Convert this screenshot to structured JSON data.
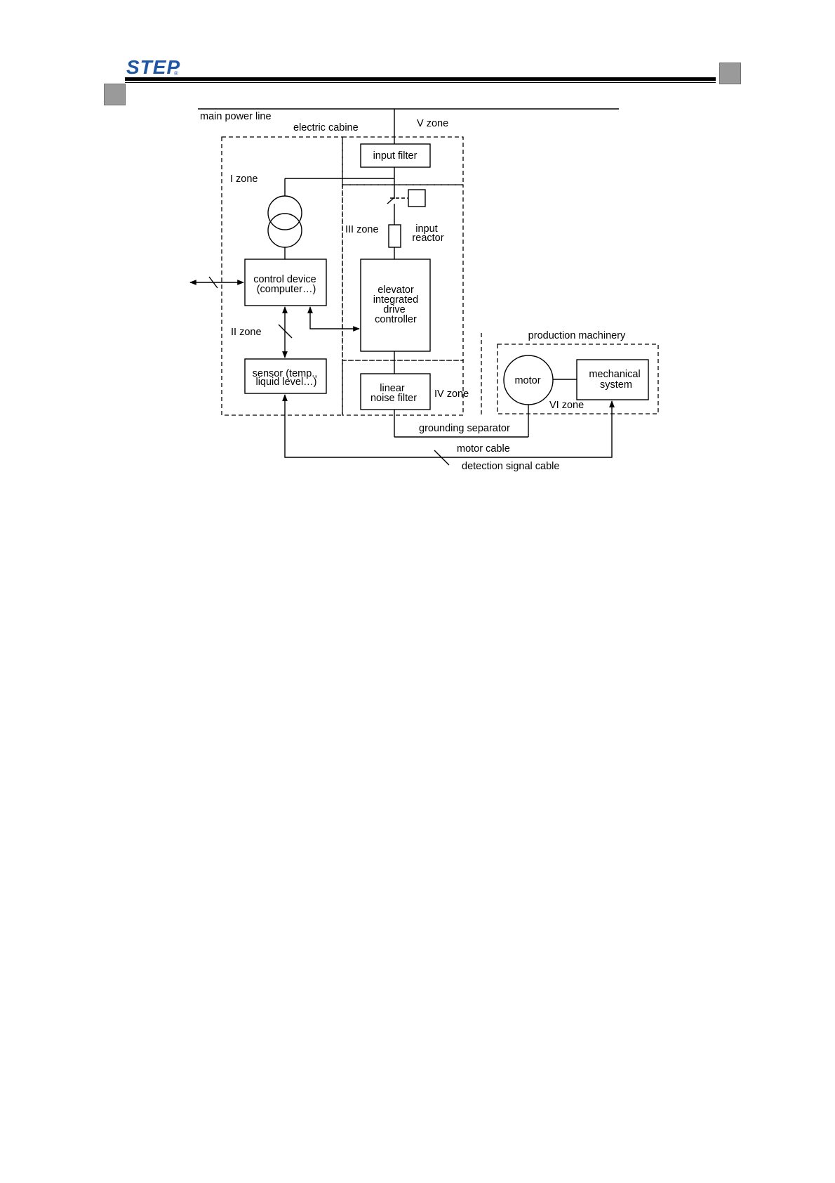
{
  "header": {
    "logo_text": "STEP",
    "logo_mark": "®",
    "brand_color": "#1f55a5"
  },
  "diagram": {
    "labels": {
      "main_power_line": "main power line",
      "electric_cabinet": "electric cabine",
      "zone_v": "V zone",
      "input_filter": "input filter",
      "zone_i": "I zone",
      "zone_iii": "III zone",
      "input_reactor_1": "input",
      "input_reactor_2": "reactor",
      "control_device_1": "control device",
      "control_device_2": "(computer…)",
      "controller_1": "elevator",
      "controller_2": "integrated",
      "controller_3": "drive",
      "controller_4": "controller",
      "zone_ii": "II zone",
      "production_machinery": "production machinery",
      "sensor_1": "sensor (temp.,",
      "sensor_2": "liquid level…)",
      "noise_filter_1": "linear",
      "noise_filter_2": "noise filter",
      "zone_iv": "IV zone",
      "motor": "motor",
      "mechanical_1": "mechanical",
      "mechanical_2": "system",
      "zone_vi": "VI zone",
      "grounding_separator": "grounding separator",
      "motor_cable": "motor cable",
      "detection_signal_cable": "detection signal cable"
    }
  }
}
